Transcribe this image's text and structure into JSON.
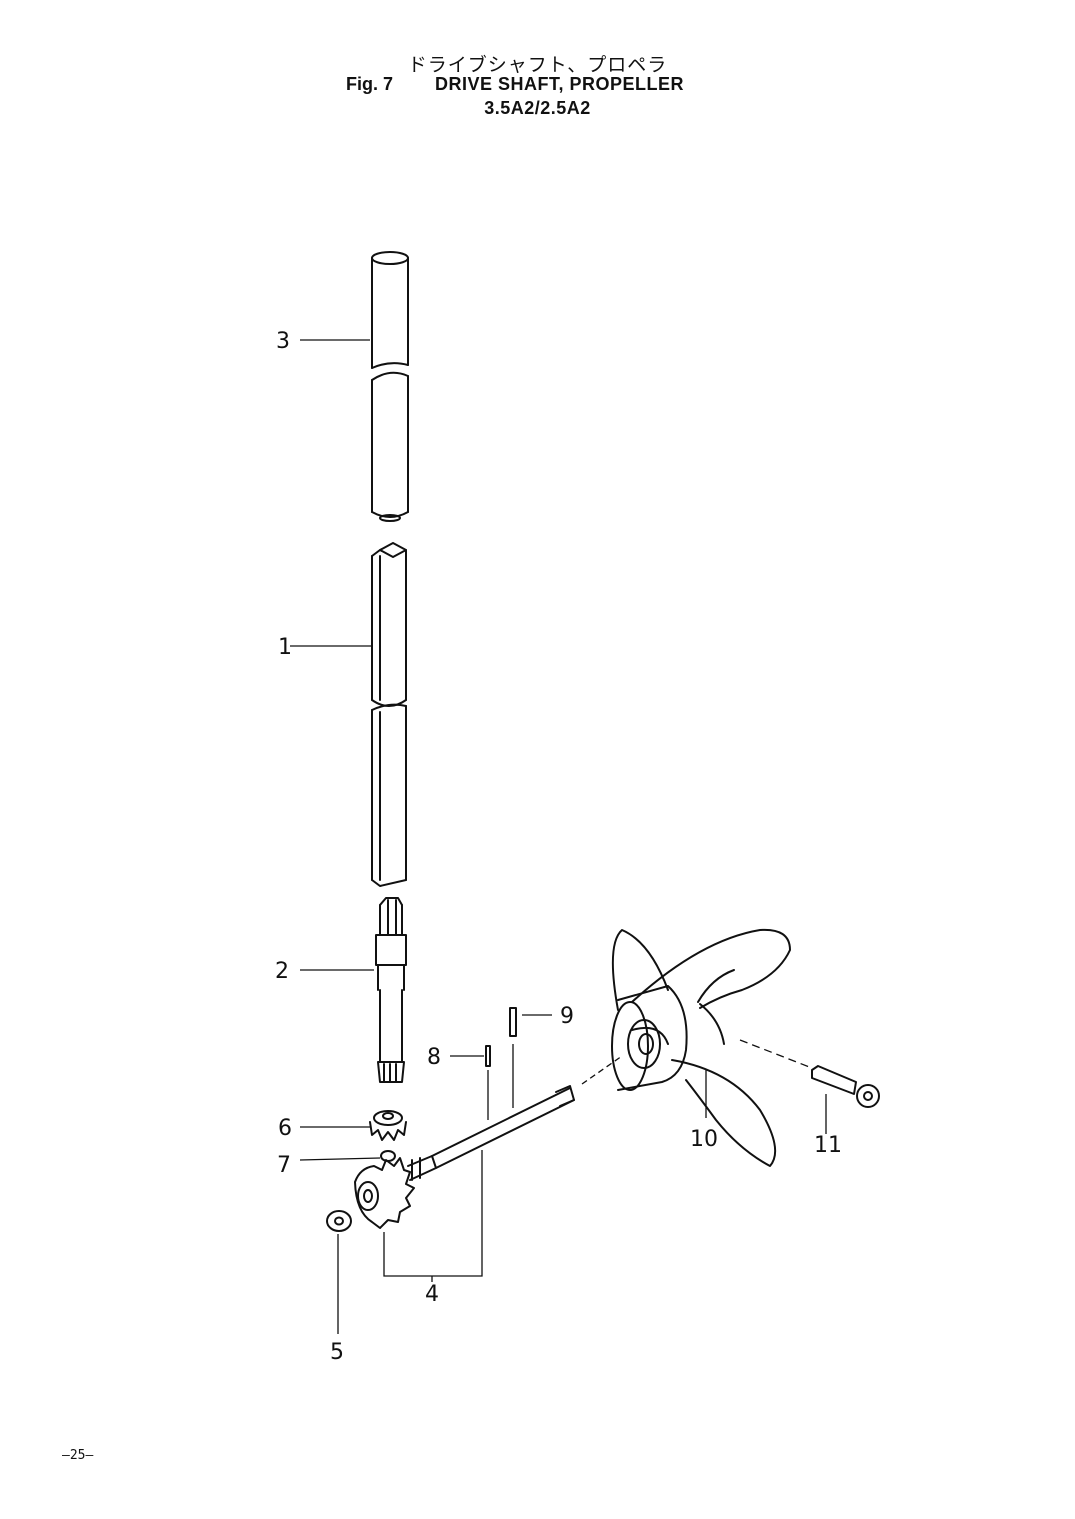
{
  "header": {
    "title_jp": "ドライブシャフト、プロペラ",
    "fig_label": "Fig. 7",
    "title_en": "DRIVE SHAFT, PROPELLER",
    "model": "3.5A2/2.5A2"
  },
  "parts": [
    {
      "ref": "1",
      "part": "drive-shaft"
    },
    {
      "ref": "2",
      "part": "drive-shaft-lower"
    },
    {
      "ref": "3",
      "part": "shaft-tube"
    },
    {
      "ref": "4",
      "part": "propeller-shaft-assembly"
    },
    {
      "ref": "5",
      "part": "washer"
    },
    {
      "ref": "6",
      "part": "pinion-gear"
    },
    {
      "ref": "7",
      "part": "circlip"
    },
    {
      "ref": "8",
      "part": "pin"
    },
    {
      "ref": "9",
      "part": "pin"
    },
    {
      "ref": "10",
      "part": "propeller"
    },
    {
      "ref": "11",
      "part": "cotter-pin"
    }
  ],
  "footer": {
    "page_number": "—25—"
  }
}
